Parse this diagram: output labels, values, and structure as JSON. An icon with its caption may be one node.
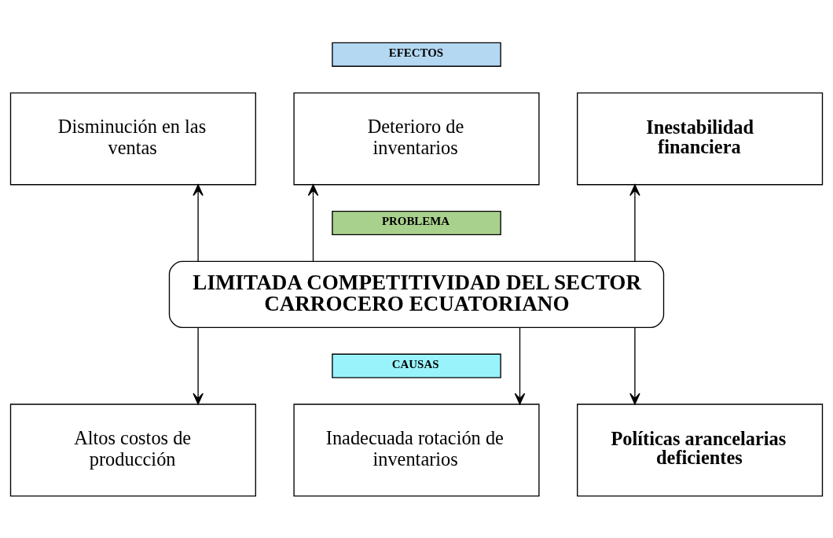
{
  "diagram": {
    "nodes": [
      {
        "text": [
          "EFECTOS"
        ]
      },
      {
        "text": [
          "Disminución en las ventas"
        ]
      },
      {
        "text": [
          "Deterioro de inventarios"
        ]
      },
      {
        "text": [
          "Inestabilidad financiera"
        ]
      },
      {
        "text": [
          "PROBLEMA"
        ]
      },
      {
        "text": [
          "LIMITADA COMPETITIVIDAD DEL SECTOR CARROCERO ECUATORIANO"
        ]
      },
      {
        "text": [
          "CAUSAS"
        ]
      },
      {
        "text": [
          "Altos costos de producción"
        ]
      },
      {
        "text": [
          "Inadecuada rotación de inventarios"
        ]
      },
      {
        "text": [
          "Políticas arancelarias deficientes"
        ]
      }
    ],
    "edges": [
      {
        "from": 5,
        "to": 1,
        "arrow": "to"
      },
      {
        "from": 5,
        "to": 2,
        "arrow": "to"
      },
      {
        "from": 5,
        "to": 3,
        "arrow": "to"
      },
      {
        "from": 5,
        "to": 7,
        "arrow": "to"
      },
      {
        "from": 5,
        "to": 8,
        "arrow": "to"
      },
      {
        "from": 5,
        "to": 9,
        "arrow": "to"
      }
    ]
  }
}
